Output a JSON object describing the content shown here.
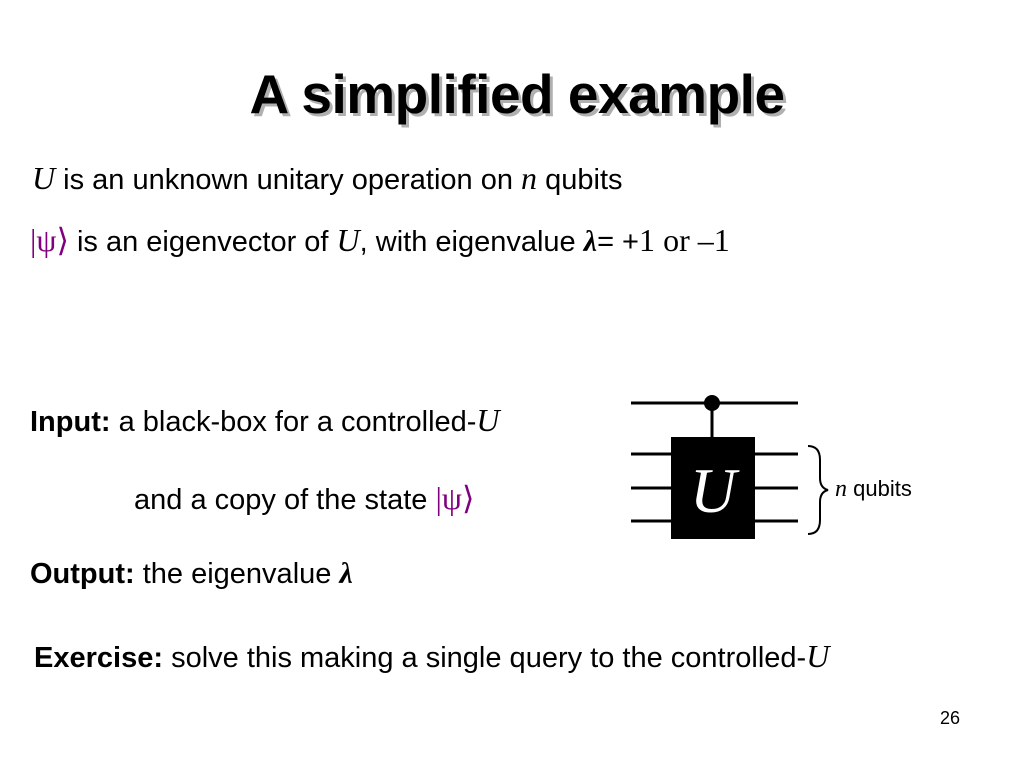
{
  "title": "A simplified example",
  "line1": {
    "U": "U",
    "text1": "is an unknown unitary operation on",
    "n": "n",
    "text2": "qubits"
  },
  "line2": {
    "psi": "|ψ⟩",
    "text1": "is an eigenvector of",
    "U": "U",
    "text2": ", with eigenvalue",
    "lambda": "λ",
    "eq": "= +",
    "one": "1",
    "or": "or –1"
  },
  "input": {
    "label": "Input:",
    "text": "a black-box for a controlled-",
    "U": "U"
  },
  "copy": {
    "text": "and a copy of the state",
    "psi": "|ψ⟩"
  },
  "output": {
    "label": "Output:",
    "text": "the eigenvalue",
    "lambda": "λ"
  },
  "exercise": {
    "label": "Exercise:",
    "text": "solve this making a single query to the controlled-",
    "U": "U"
  },
  "circuit": {
    "gate": "U",
    "n": "n",
    "qubits": "qubits"
  },
  "page_number": "26"
}
